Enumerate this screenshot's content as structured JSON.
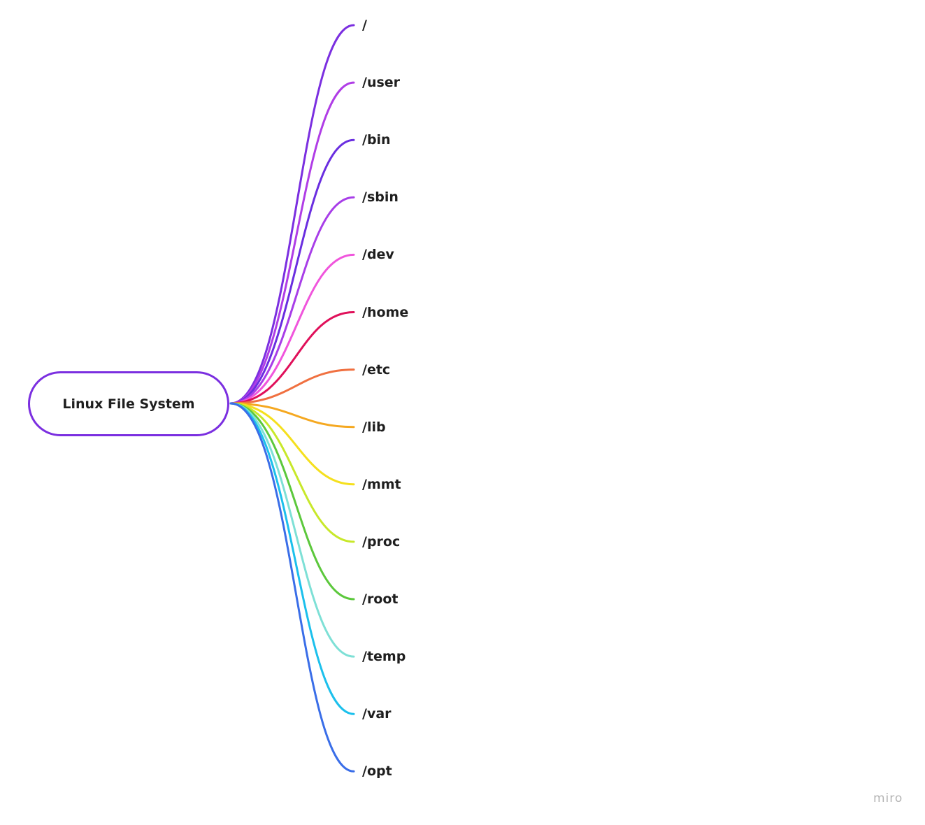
{
  "root": {
    "label": "Linux File System",
    "color": "#7b2fe0"
  },
  "branches": [
    {
      "label": "/",
      "color": "#7b2fe0"
    },
    {
      "label": "/user",
      "color": "#b03de6"
    },
    {
      "label": "/bin",
      "color": "#6a2ee0"
    },
    {
      "label": "/sbin",
      "color": "#a83ee8"
    },
    {
      "label": "/dev",
      "color": "#f055dc"
    },
    {
      "label": "/home",
      "color": "#e0105a"
    },
    {
      "label": "/etc",
      "color": "#f07040"
    },
    {
      "label": "/lib",
      "color": "#f5a820"
    },
    {
      "label": "/mmt",
      "color": "#f5e01e"
    },
    {
      "label": "/proc",
      "color": "#c8e82a"
    },
    {
      "label": "/root",
      "color": "#5cc83c"
    },
    {
      "label": "/temp",
      "color": "#7ee0d6"
    },
    {
      "label": "/var",
      "color": "#1cc0ec"
    },
    {
      "label": "/opt",
      "color": "#3a6ee8"
    }
  ],
  "watermark": "miro"
}
